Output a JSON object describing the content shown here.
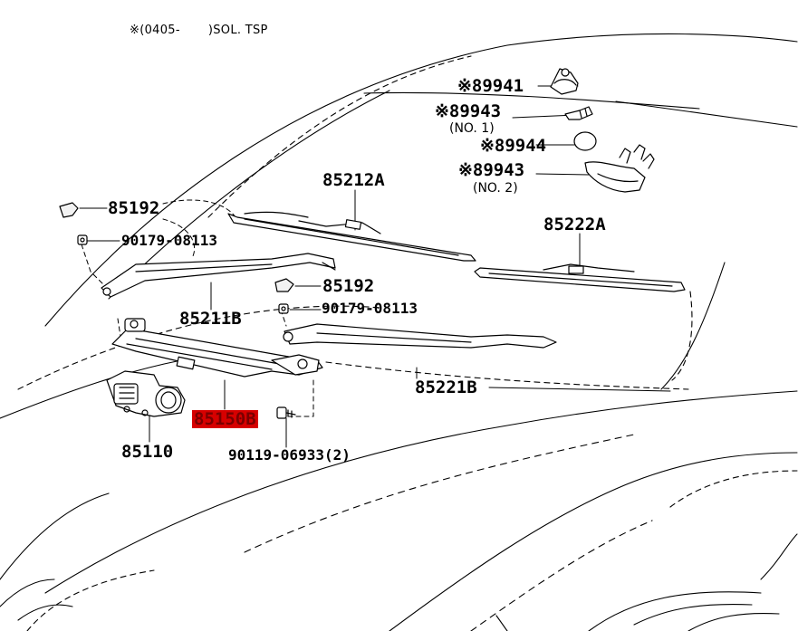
{
  "diagram": {
    "note": "※(0405-       )SOL. TSP",
    "highlight_color": "#d60000",
    "labels": {
      "p89941": "※89941",
      "p89943_1": "※89943",
      "no1": "(NO. 1)",
      "p89944": "※89944",
      "p89943_2": "※89943",
      "no2": "(NO. 2)",
      "p85212a": "85212A",
      "p85222a": "85222A",
      "p85192_a": "85192",
      "p90179_a": "90179-08113",
      "p85192_b": "85192",
      "p90179_b": "90179-08113",
      "p85211b": "85211B",
      "p85221b": "85221B",
      "p85150b": "85150B",
      "p85110": "85110",
      "p90119": "90119-06933(2)"
    }
  }
}
